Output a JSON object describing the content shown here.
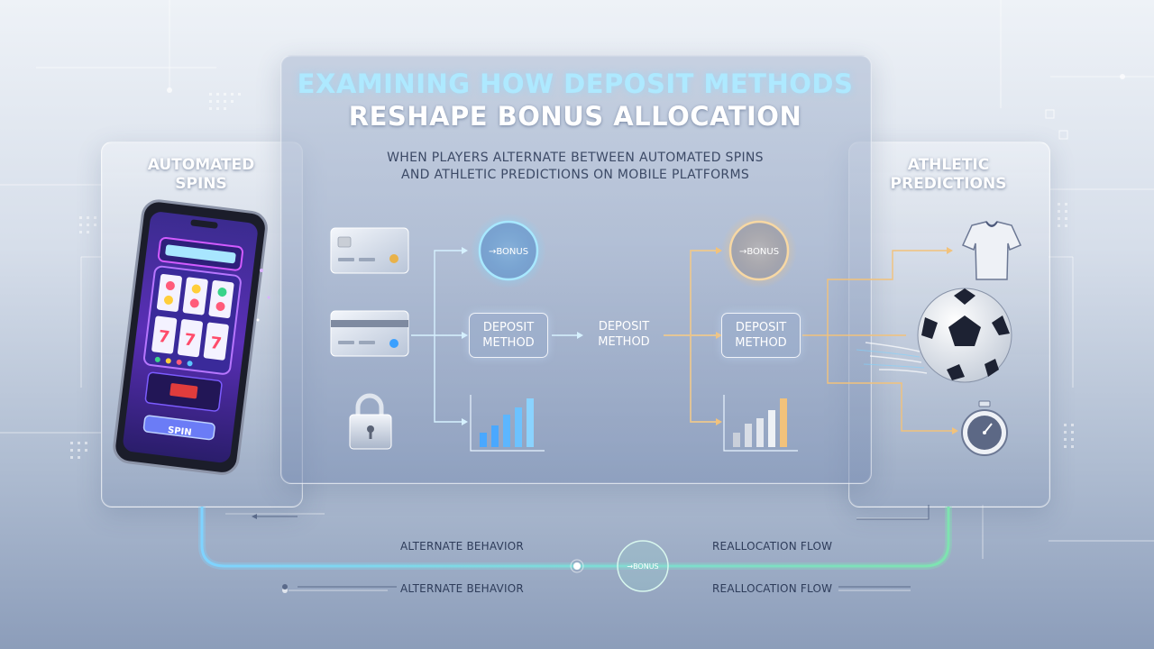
{
  "header": {
    "title_line1": "Examining How Deposit Methods",
    "title_line2": "Reshape Bonus Allocation",
    "subtitle_line1": "When players alternate between automated spins",
    "subtitle_line2": "and athletic predictions on mobile platforms"
  },
  "left_panel": {
    "title_line1": "Automated",
    "title_line2": "Spins",
    "spin_button_label": "SPIN"
  },
  "right_panel": {
    "title_line1": "Athletic",
    "title_line2": "Predictions"
  },
  "flow": {
    "bonus_label_left": "→BONUS",
    "bonus_label_right": "→BONUS",
    "deposit_box_left": [
      "Deposit",
      "Method"
    ],
    "deposit_mid": [
      "Deposit",
      "Method"
    ],
    "deposit_box_right": [
      "Deposit",
      "Method"
    ]
  },
  "bottom": {
    "alternate_1": "Alternate Behavior",
    "alternate_2": "Alternate Behavior",
    "reallocation_1": "Reallocation Flow",
    "reallocation_2": "Reallocation Flow",
    "center_bonus": "→BONUS"
  },
  "colors": {
    "accent_blue": "#6fd6ff",
    "accent_gold": "#f2c27b",
    "accent_green": "#7ee3b0"
  },
  "icons": [
    "credit-card-icon",
    "lock-icon",
    "bar-chart-icon",
    "slot-machine-icon",
    "phone-icon",
    "jersey-icon",
    "soccer-ball-icon",
    "stopwatch-icon"
  ]
}
